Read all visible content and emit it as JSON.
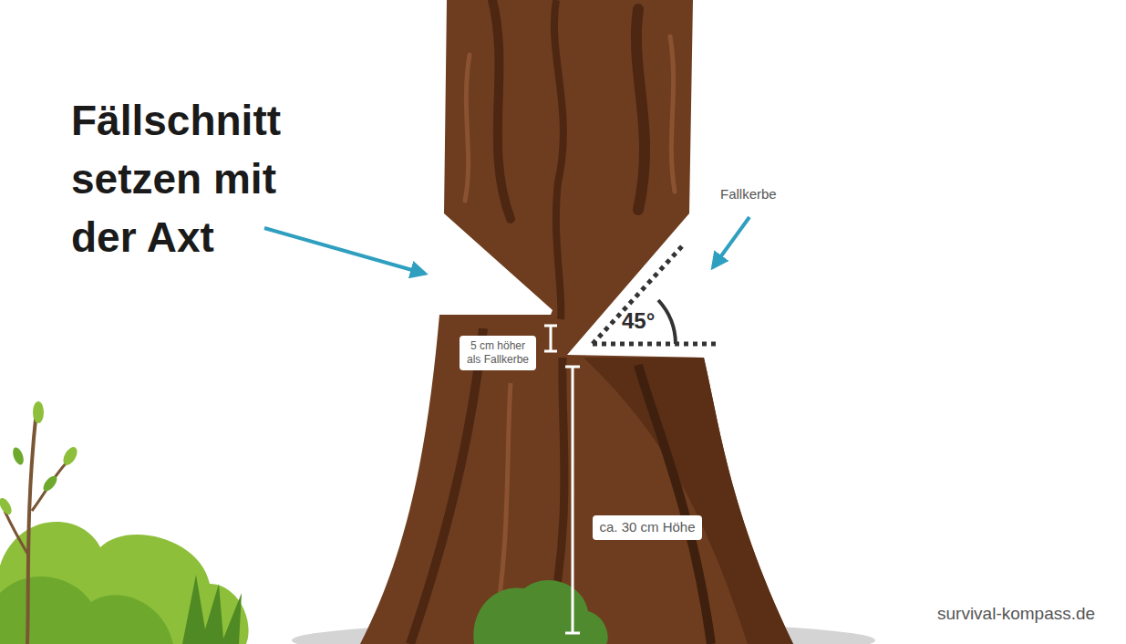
{
  "diagram": {
    "nodes": [
      {
        "text": [
          "5 cm höher als Fallkerbe"
        ]
      },
      {
        "text": [
          "ca. 30 cm Höhe"
        ]
      }
    ],
    "labels": [
      "Fällschnitt setzen mit der Axt",
      "Fallkerbe",
      "45°",
      "survival-kompass.de"
    ]
  }
}
